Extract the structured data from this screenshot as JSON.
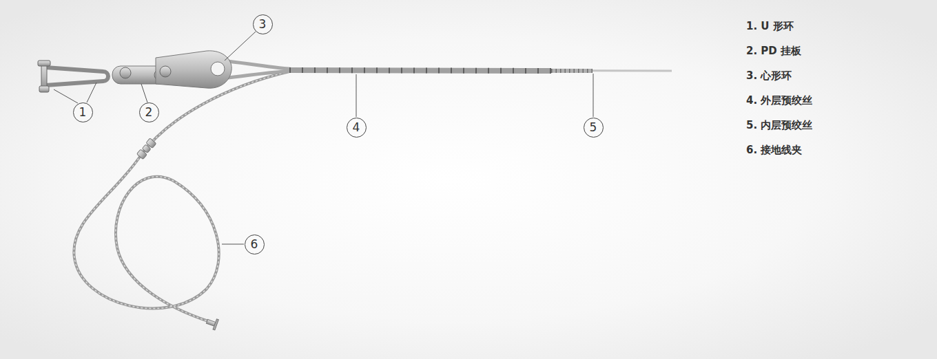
{
  "diagram": {
    "nodes": [
      {
        "text": [
          "1"
        ]
      },
      {
        "text": [
          "2"
        ]
      },
      {
        "text": [
          "3"
        ]
      },
      {
        "text": [
          "4"
        ]
      },
      {
        "text": [
          "5"
        ]
      },
      {
        "text": [
          "6"
        ]
      }
    ],
    "labels": [
      "1. U 形环",
      "2. PD 挂板",
      "3. 心形环",
      "4. 外层预绞丝",
      "5. 内层预绞丝",
      "6. 接地线夹"
    ]
  }
}
